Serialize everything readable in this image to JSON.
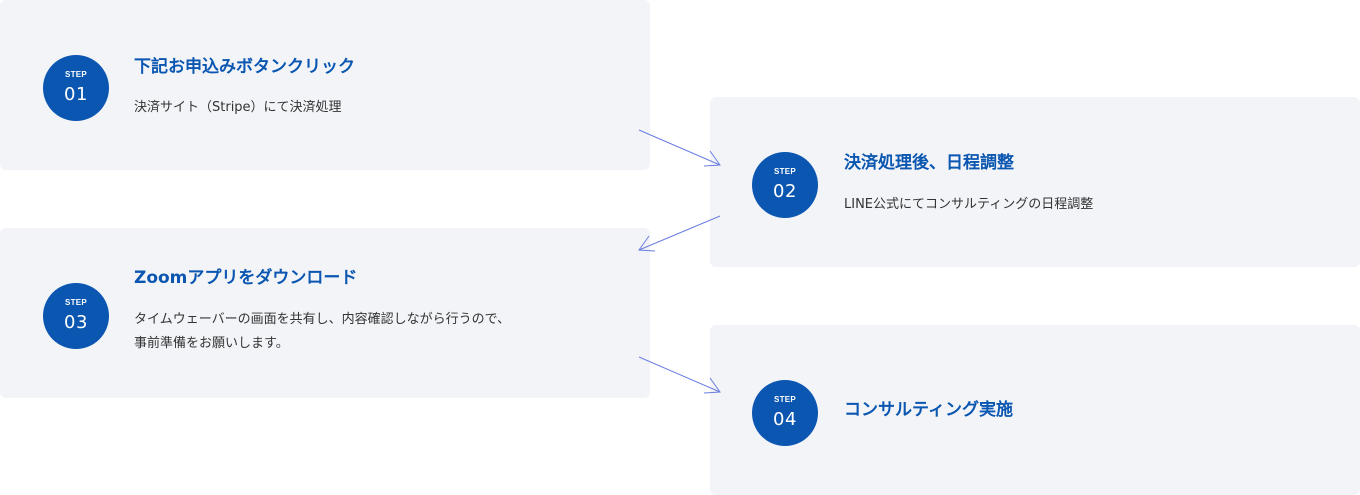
{
  "badge_color": "#0a56b0",
  "title_color": "#0a56b0",
  "card_background": "#f3f4f8",
  "arrow_color": "#6b7ee0",
  "steps": [
    {
      "badge_label": "STEP",
      "badge_number": "01",
      "title": "下記お申込みボタンクリック",
      "description_lines": [
        "決済サイト（Stripe）にて決済処理"
      ]
    },
    {
      "badge_label": "STEP",
      "badge_number": "02",
      "title": "決済処理後、日程調整",
      "description_lines": [
        "LINE公式にてコンサルティングの日程調整"
      ]
    },
    {
      "badge_label": "STEP",
      "badge_number": "03",
      "title": "Zoomアプリをダウンロード",
      "description_lines": [
        "タイムウェーバーの画面を共有し、内容確認しながら行うので、",
        "事前準備をお願いします。"
      ]
    },
    {
      "badge_label": "STEP",
      "badge_number": "04",
      "title": "コンサルティング実施",
      "description_lines": []
    }
  ]
}
